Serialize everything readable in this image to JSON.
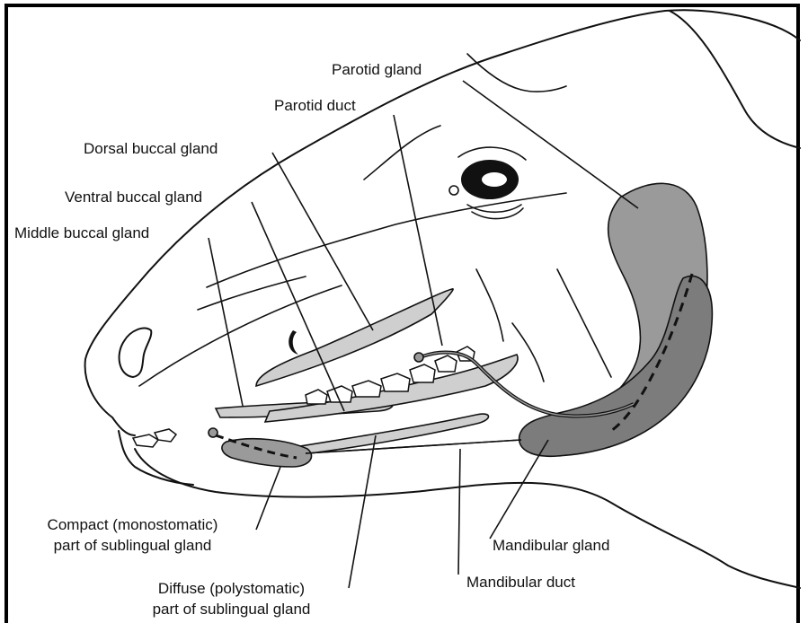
{
  "labels": {
    "parotid_gland": "Parotid gland",
    "parotid_duct": "Parotid duct",
    "dorsal_buccal_gland": "Dorsal buccal gland",
    "ventral_buccal_gland": "Ventral buccal gland",
    "middle_buccal_gland": "Middle buccal gland",
    "compact_sublingual_line1": "Compact (monostomatic)",
    "compact_sublingual_line2": "part of sublingual gland",
    "diffuse_sublingual_line1": "Diffuse (polystomatic)",
    "diffuse_sublingual_line2": "part of sublingual gland",
    "mandibular_gland": "Mandibular gland",
    "mandibular_duct": "Mandibular duct"
  },
  "colors": {
    "light_gland": "#cfcfcf",
    "medium_gland": "#9a9a9a",
    "dark_gland": "#7c7c7c",
    "outline": "#111111"
  }
}
